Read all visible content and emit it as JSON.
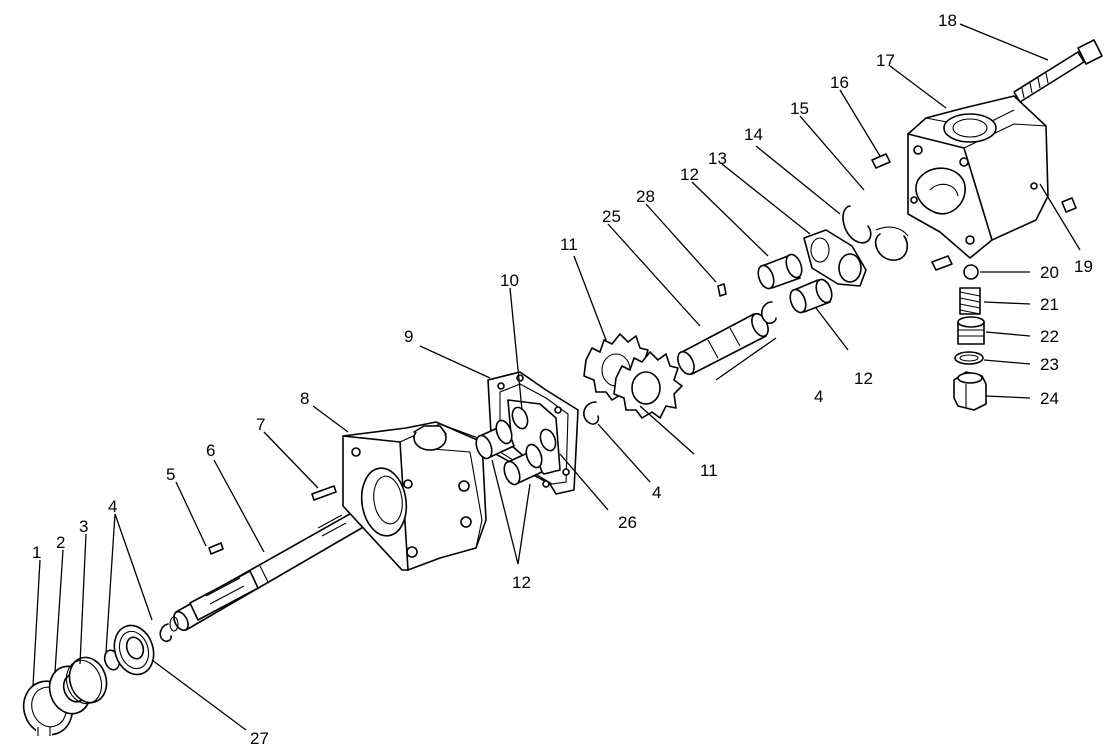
{
  "callouts": [
    {
      "id": "c1",
      "text": "1"
    },
    {
      "id": "c2",
      "text": "2"
    },
    {
      "id": "c3",
      "text": "3"
    },
    {
      "id": "c4a",
      "text": "4"
    },
    {
      "id": "c4b",
      "text": "4"
    },
    {
      "id": "c4c",
      "text": "4"
    },
    {
      "id": "c5",
      "text": "5"
    },
    {
      "id": "c6",
      "text": "6"
    },
    {
      "id": "c7",
      "text": "7"
    },
    {
      "id": "c8",
      "text": "8"
    },
    {
      "id": "c9",
      "text": "9"
    },
    {
      "id": "c10",
      "text": "10"
    },
    {
      "id": "c11a",
      "text": "11"
    },
    {
      "id": "c11b",
      "text": "11"
    },
    {
      "id": "c12a",
      "text": "12"
    },
    {
      "id": "c12b",
      "text": "12"
    },
    {
      "id": "c12c",
      "text": "12"
    },
    {
      "id": "c13",
      "text": "13"
    },
    {
      "id": "c14",
      "text": "14"
    },
    {
      "id": "c15",
      "text": "15"
    },
    {
      "id": "c16",
      "text": "16"
    },
    {
      "id": "c17",
      "text": "17"
    },
    {
      "id": "c18",
      "text": "18"
    },
    {
      "id": "c19",
      "text": "19"
    },
    {
      "id": "c20",
      "text": "20"
    },
    {
      "id": "c21",
      "text": "21"
    },
    {
      "id": "c22",
      "text": "22"
    },
    {
      "id": "c23",
      "text": "23"
    },
    {
      "id": "c24",
      "text": "24"
    },
    {
      "id": "c25",
      "text": "25"
    },
    {
      "id": "c26",
      "text": "26"
    },
    {
      "id": "c27",
      "text": "27"
    },
    {
      "id": "c28",
      "text": "28"
    }
  ]
}
